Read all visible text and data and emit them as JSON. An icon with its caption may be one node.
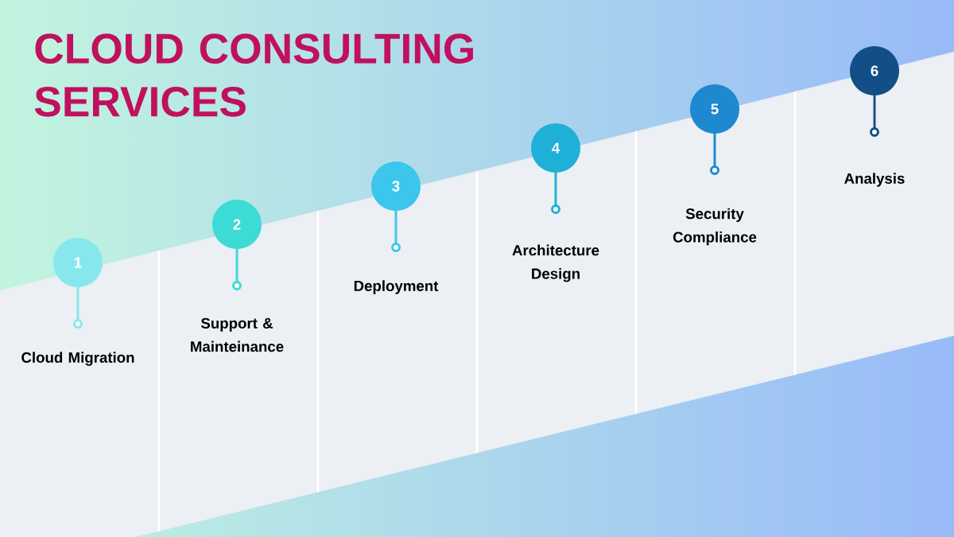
{
  "diagram": {
    "title": "CLOUD CONSULTING SERVICES",
    "nodes": [
      {
        "text": [
          "1"
        ]
      },
      {
        "text": [
          "2"
        ]
      },
      {
        "text": [
          "3"
        ]
      },
      {
        "text": [
          "4"
        ]
      },
      {
        "text": [
          "5"
        ]
      },
      {
        "text": [
          "6"
        ]
      }
    ],
    "labels": [
      "Cloud Migration",
      "Support & Mainteinance",
      "Deployment",
      "Architecture Design",
      "Security Compliance",
      "Analysis"
    ]
  }
}
